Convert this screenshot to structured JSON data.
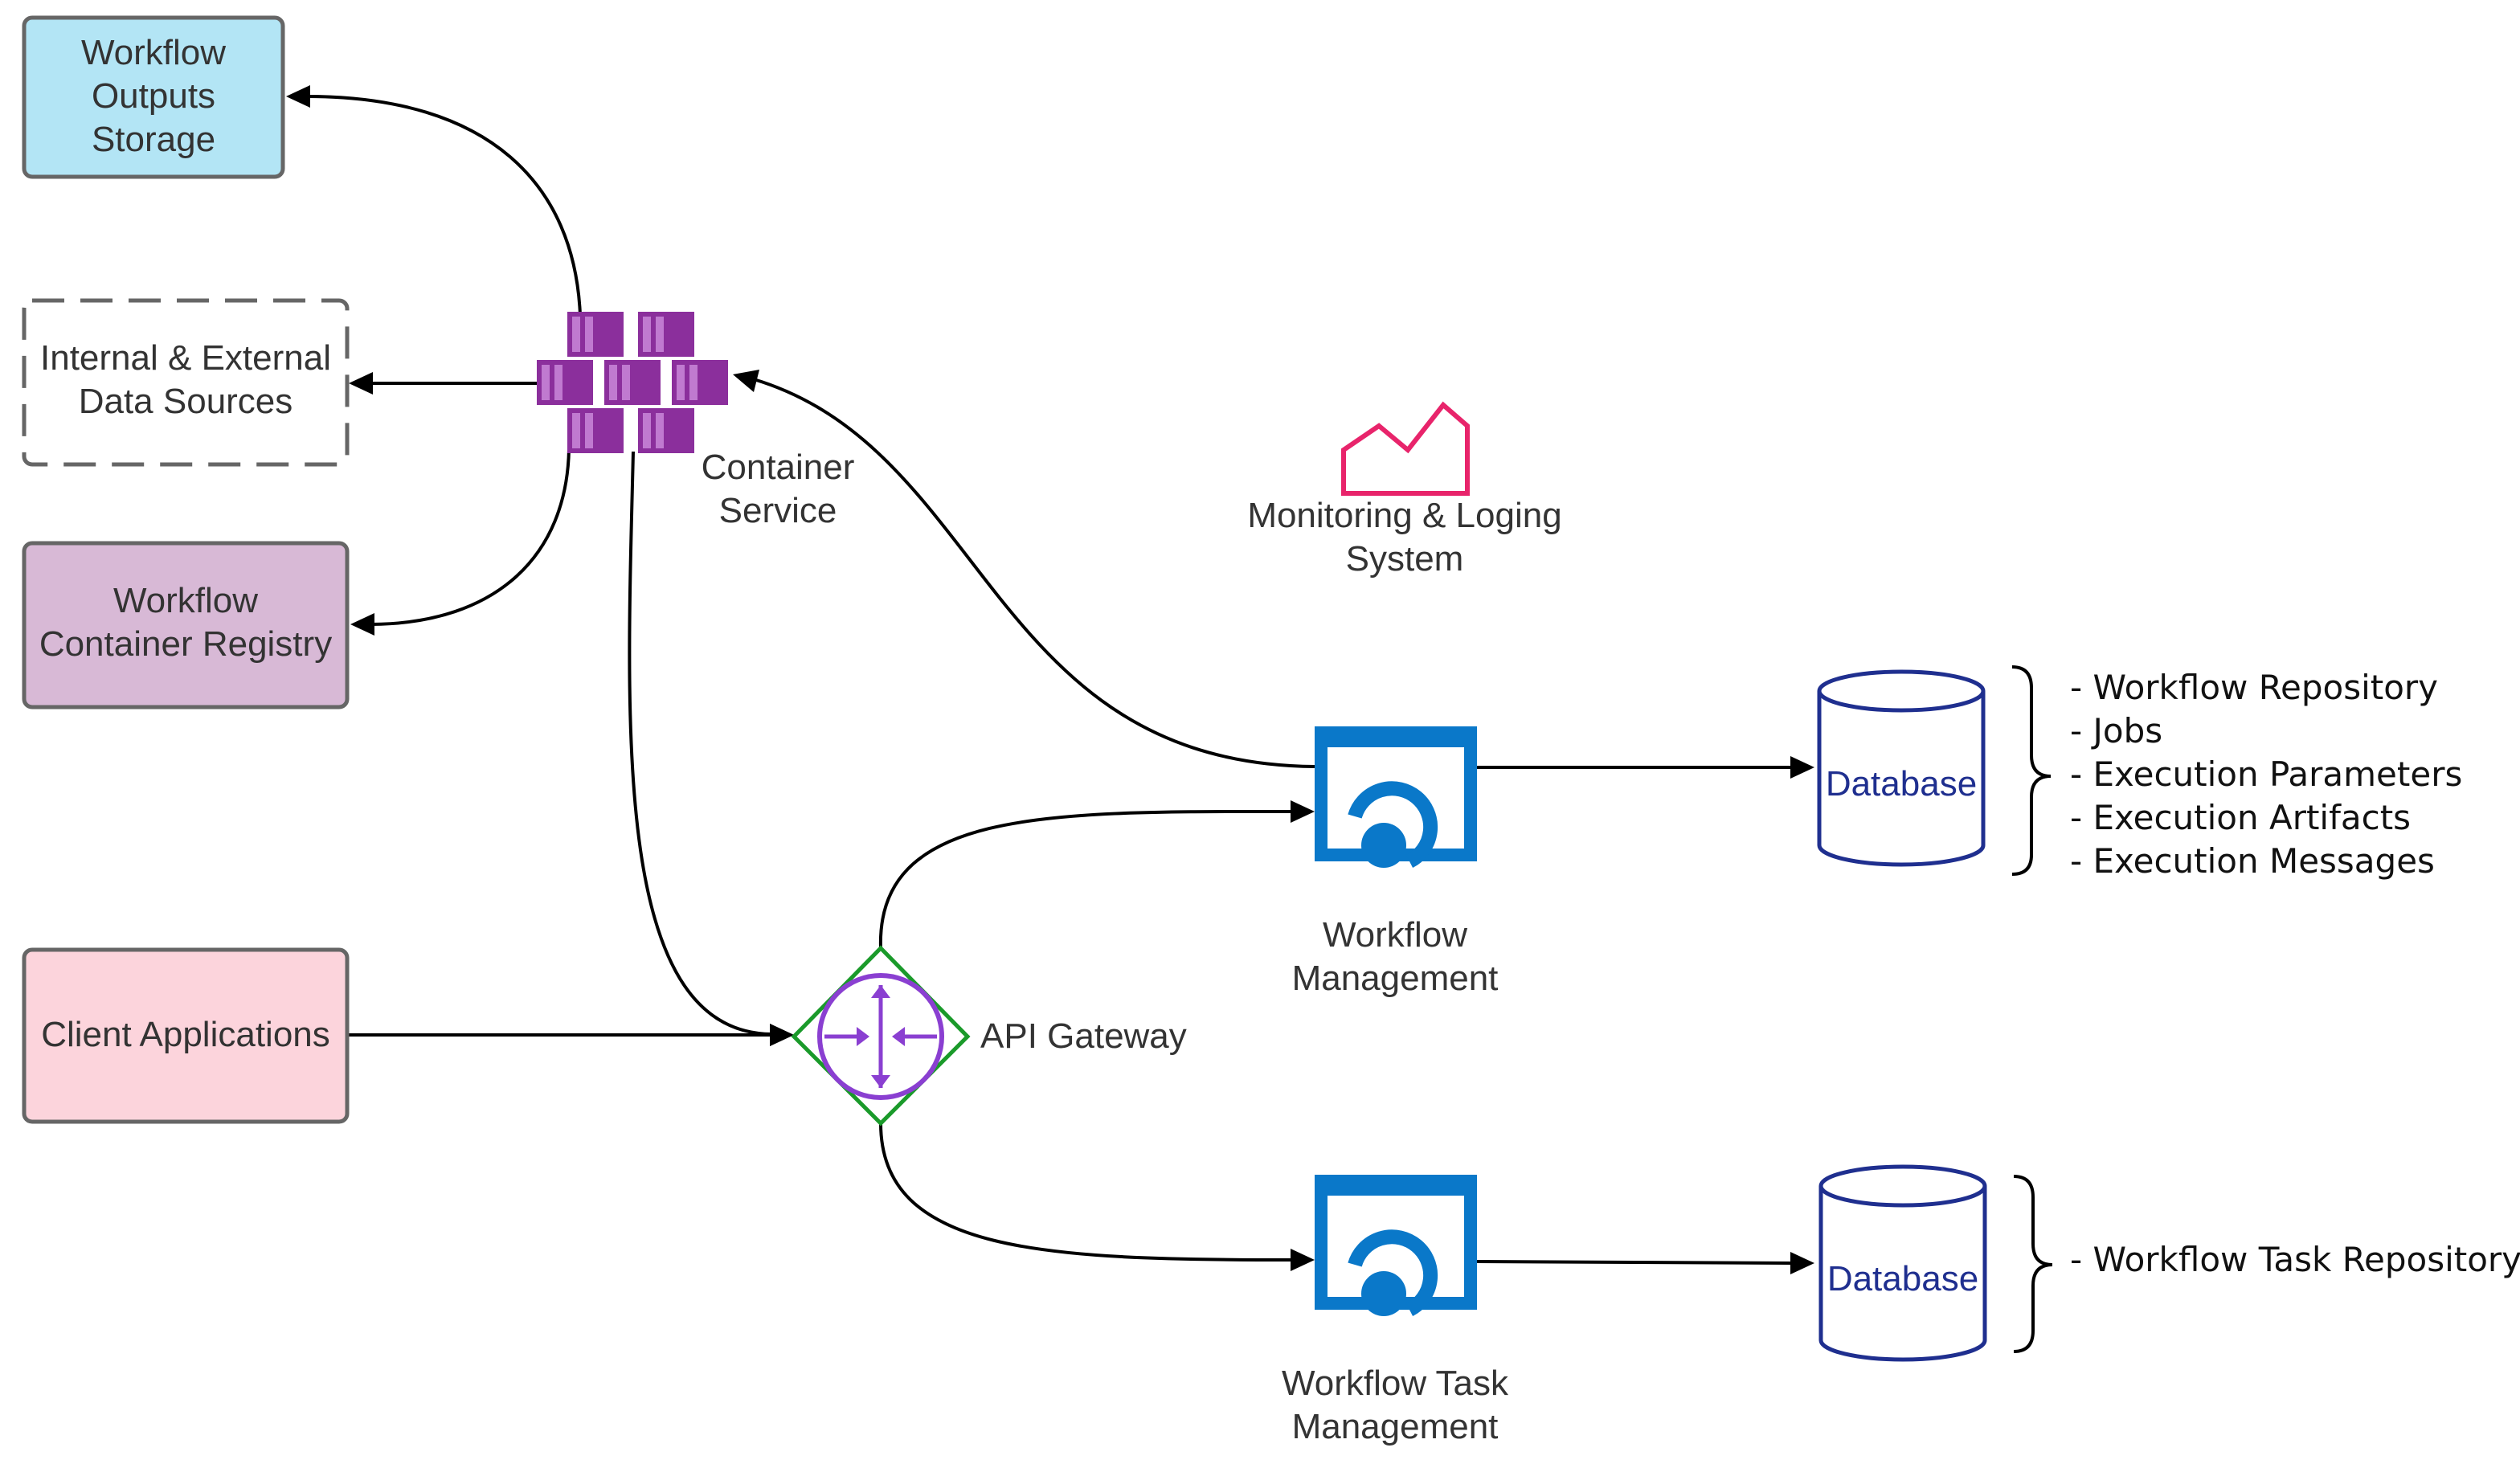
{
  "colors": {
    "outputs_storage_fill": "#b3e5f5",
    "container_registry_fill": "#d8b9d6",
    "client_apps_fill": "#fcd4dc",
    "box_stroke": "#666666",
    "container_purple": "#8b2f9c",
    "gateway_green": "#1a9a2a",
    "gateway_purple": "#8a3fd1",
    "workflow_blue": "#0a78c9",
    "database_navy": "#1f2f8f",
    "monitoring_pink": "#e8246b"
  },
  "nodes": {
    "outputs_storage": {
      "lines": [
        "Workflow",
        "Outputs",
        "Storage"
      ]
    },
    "data_sources": {
      "lines": [
        "Internal & External",
        "Data Sources"
      ]
    },
    "container_registry": {
      "lines": [
        "Workflow",
        "Container Registry"
      ]
    },
    "client_apps": {
      "lines": [
        "Client Applications"
      ]
    },
    "container_service": {
      "icon": "container-cluster-icon",
      "lines": [
        "Container",
        "Service"
      ]
    },
    "monitoring": {
      "icon": "monitoring-chart-icon",
      "lines": [
        "Monitoring & Loging",
        "System"
      ]
    },
    "api_gateway": {
      "icon": "api-gateway-icon",
      "label": "API Gateway"
    },
    "workflow_mgmt": {
      "icon": "workflow-app-icon",
      "lines": [
        "Workflow",
        "Management"
      ]
    },
    "workflow_task_mgmt": {
      "icon": "workflow-app-icon",
      "lines": [
        "Workflow Task",
        "Management"
      ]
    },
    "db_main": {
      "icon": "database-cylinder-icon",
      "label": "Database"
    },
    "db_task": {
      "icon": "database-cylinder-icon",
      "label": "Database"
    }
  },
  "notes": {
    "db_main": [
      "- Workflow Repository",
      "- Jobs",
      "- Execution Parameters",
      "- Execution Artifacts",
      "- Execution Messages"
    ],
    "db_task": [
      "- Workflow Task Repository"
    ]
  }
}
